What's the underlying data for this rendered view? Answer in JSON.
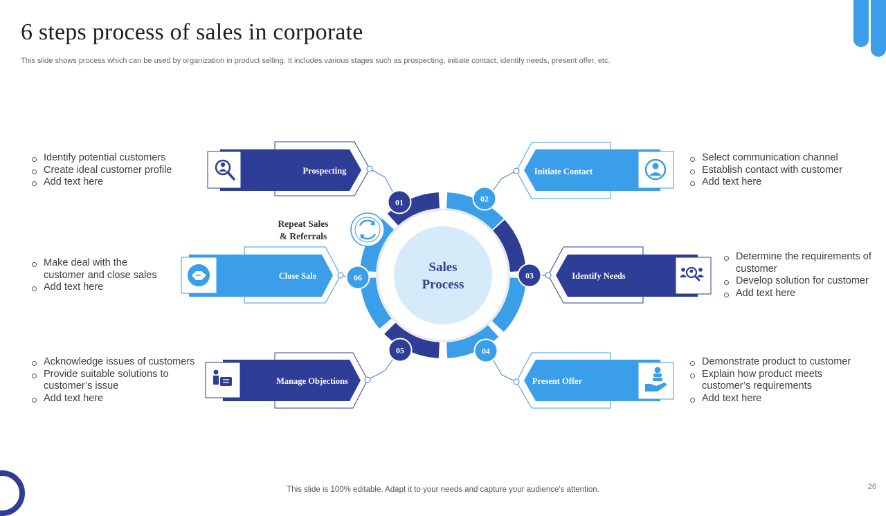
{
  "slide": {
    "title": "6 steps process of sales in corporate",
    "subtitle": "This slide shows process which can be used by organization in product selling. It includes various stages such as prospecting, initiate contact, identify needs, present offer, etc.",
    "footer": "This slide is 100% editable. Adapt it to your needs and capture your audience's attention.",
    "page_number": "26"
  },
  "center": {
    "line1": "Sales",
    "line2": "Process"
  },
  "repeat_label": {
    "line1": "Repeat Sales",
    "line2": "& Referrals"
  },
  "colors": {
    "dark": "#2e3d96",
    "light": "#3a9ee8",
    "pale": "#d5ebfa",
    "text": "#3c3c3c"
  },
  "steps": [
    {
      "number": "01",
      "label": "Prospecting",
      "icon": "magnifier-person-icon",
      "bullets": [
        "Identify potential customers",
        "Create ideal customer profile",
        "Add text here"
      ]
    },
    {
      "number": "02",
      "label": "Initiate  Contact",
      "icon": "user-profile-icon",
      "bullets": [
        "Select communication channel",
        "Establish contact with customer",
        "Add text here"
      ]
    },
    {
      "number": "03",
      "label": "Identify  Needs",
      "icon": "team-search-icon",
      "bullets": [
        "Determine the requirements of customer",
        "Develop solution for customer",
        "Add text here"
      ]
    },
    {
      "number": "04",
      "label": "Present Offer",
      "icon": "hand-coins-icon",
      "bullets": [
        "Demonstrate product to customer",
        "Explain how product meets customer’s requirements",
        "Add text here"
      ]
    },
    {
      "number": "05",
      "label": "Manage  Objections",
      "icon": "presenter-icon",
      "bullets": [
        "Acknowledge issues of customers",
        "Provide suitable solutions to customer’s issue",
        "Add text here"
      ]
    },
    {
      "number": "06",
      "label": "Close Sale",
      "icon": "handshake-icon",
      "bullets": [
        "Make deal with the customer and close sales",
        "Add text here"
      ]
    }
  ]
}
